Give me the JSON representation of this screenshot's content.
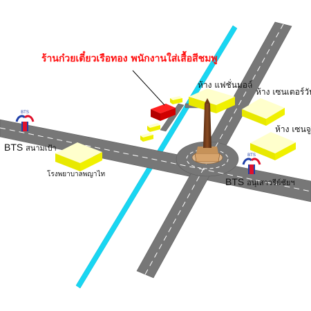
{
  "colors": {
    "road": "#777777",
    "road_edge": "#5f5f5f",
    "rail": "#19d6f2",
    "building_top": "#ffffcc",
    "building_side": "#e8e800",
    "highlight_top": "#ff2020",
    "highlight_side": "#b30000",
    "bts_red": "#e0112b",
    "bts_blue": "#1f3fa8"
  },
  "labels": {
    "restaurant": "ร้านก๋วยเตี๋ยวเรือทอง พนักงานใส่เสื้อสีชมพู",
    "bts_left": "BTS",
    "bts_left_station": "สนามเป้า",
    "hospital": "โรงพยาบาลพญาไท",
    "mall_fashion": "ห้าง แฟชั่นมอล์",
    "mall_century": "ห้าง เซนเตอร์วัน",
    "mall_jewelry": "ห้าง เซนจูรี่",
    "bts_right": "BTS",
    "bts_right_station": "อนุเสาวรีย์ชัยฯ",
    "bts_logo_text": "BTS"
  },
  "icons": {
    "bts_left": "bts-logo-icon",
    "bts_right": "bts-logo-icon",
    "monument": "victory-monument-icon"
  }
}
